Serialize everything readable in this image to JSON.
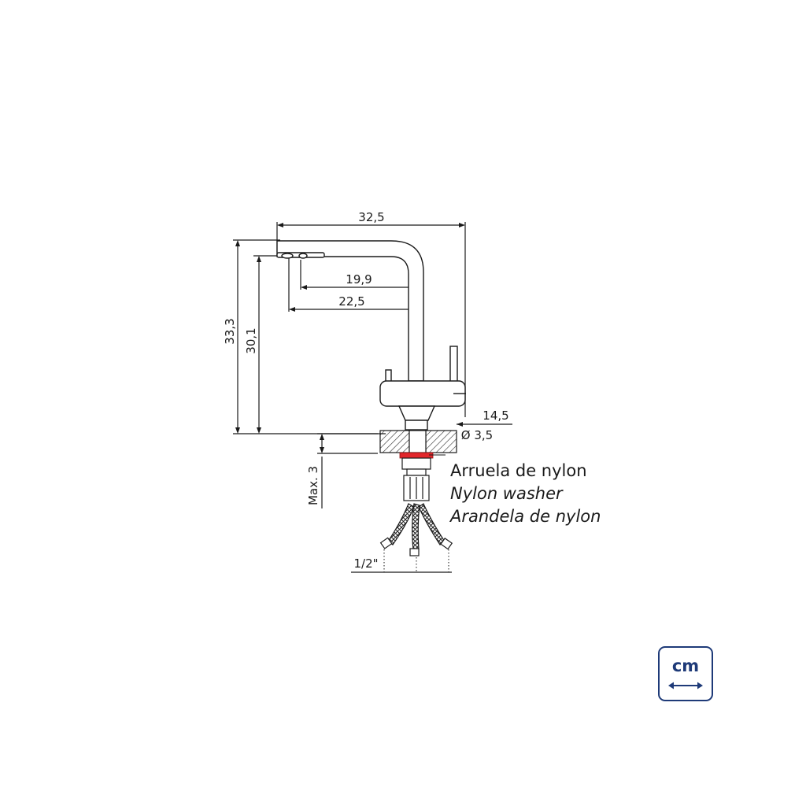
{
  "dimensions": {
    "width_total": "32,5",
    "spout_reach_inner": "19,9",
    "spout_reach_outer": "22,5",
    "height_total": "33,3",
    "spout_height": "30,1",
    "lever_offset": "14,5",
    "hole_diameter": "Ø 3,5",
    "max_countertop": "Max. 3",
    "connection": "1/2\""
  },
  "washer_labels": {
    "pt": "Arruela de nylon",
    "en": "Nylon washer",
    "es": "Arandela de nylon"
  },
  "unit_badge": {
    "text": "cm",
    "icon": "double-arrow-icon"
  },
  "colors": {
    "line": "#1a1a1a",
    "washer": "#e2262b",
    "badge": "#1e3a78"
  }
}
